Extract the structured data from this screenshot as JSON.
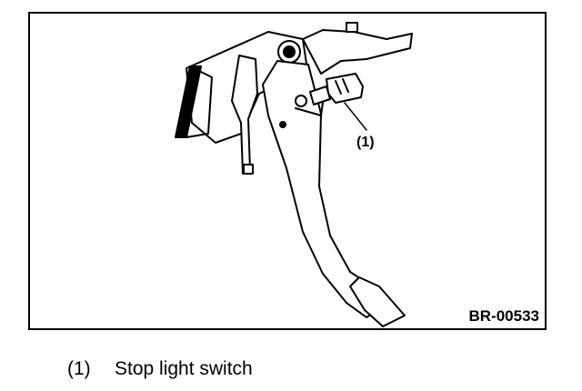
{
  "figure": {
    "callout": "(1)",
    "figure_id": "BR-00533"
  },
  "legend": [
    {
      "number": "(1)",
      "text": "Stop light switch"
    }
  ]
}
